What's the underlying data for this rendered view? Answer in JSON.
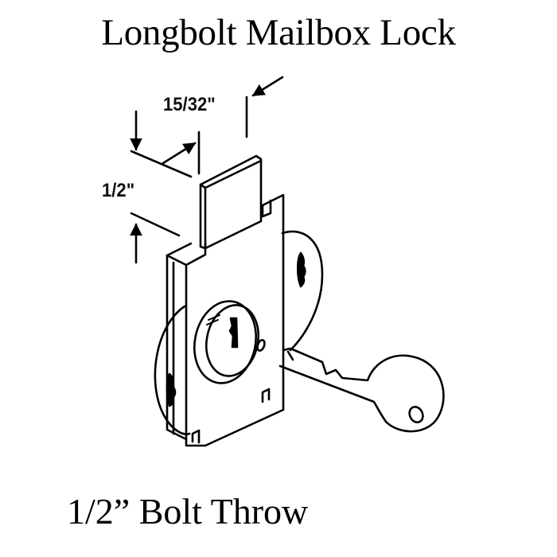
{
  "title": "Longbolt Mailbox Lock",
  "caption": "1/2” Bolt Throw",
  "dimensions": {
    "bolt_width": "15/32\"",
    "bolt_height": "1/2\""
  },
  "colors": {
    "line": "#000000",
    "background": "#ffffff"
  }
}
